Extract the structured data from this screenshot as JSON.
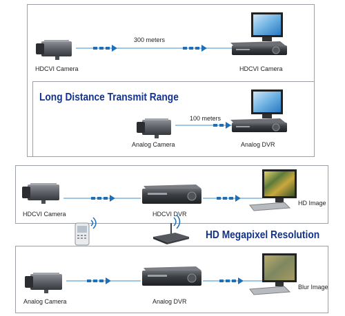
{
  "top_section": {
    "row1": {
      "source_label": "HDCVI Camera",
      "dest_label": "HDCVI Camera",
      "distance_label": "300 meters"
    },
    "row2": {
      "source_label": "Analog Camera",
      "dest_label": "Analog DVR",
      "distance_label": "100 meters"
    },
    "title": "Long Distance Transmit Range"
  },
  "bottom_section": {
    "row1": {
      "source_label": "HDCVI Camera",
      "middle_label": "HDCVI DVR",
      "dest_label": "HD Image"
    },
    "row2": {
      "source_label": "Analog Camera",
      "middle_label": "Analog DVR",
      "dest_label": "Blur Image"
    },
    "title": "HD Megapixel Resolution"
  },
  "colors": {
    "title": "#13338a",
    "link_line": "#3a8fd0",
    "arrow": "#1f6fb8",
    "panel_border": "#9aa0a6"
  }
}
